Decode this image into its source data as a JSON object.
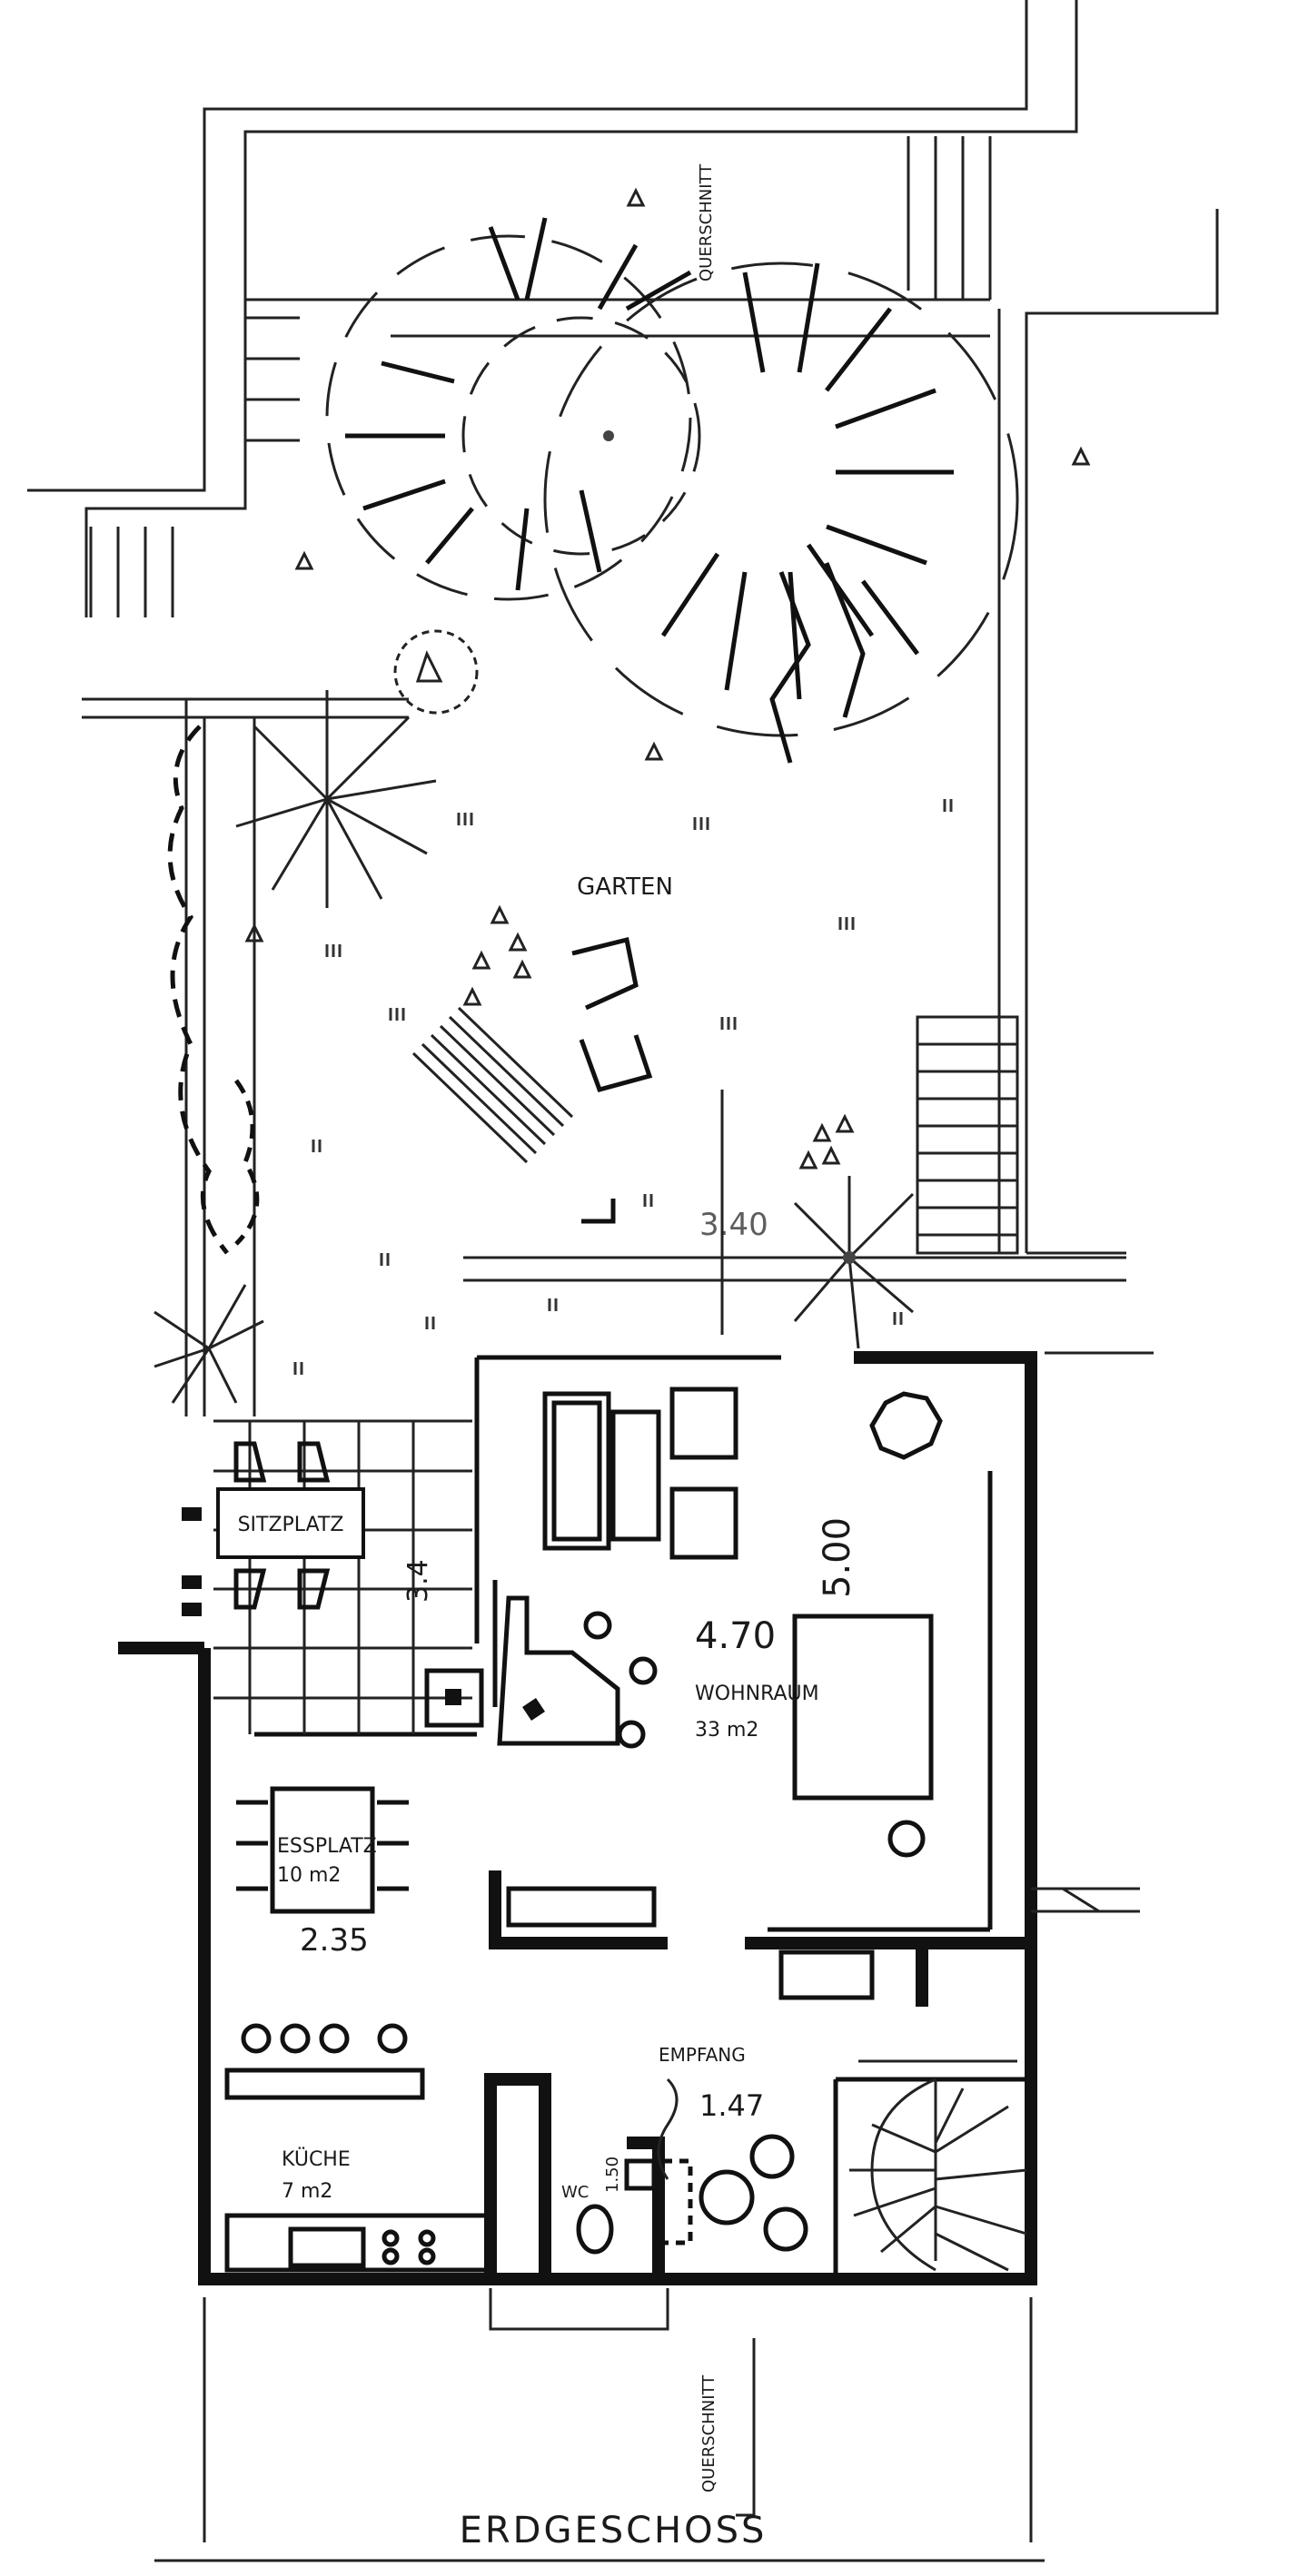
{
  "labels": {
    "garten": "GARTEN",
    "sitzplatz": "SITZPLATZ",
    "wohnraum": "WOHNRAUM",
    "wohnraum_area": "33 m2",
    "wohnraum_width": "4.70",
    "wohnraum_length": "5.00",
    "sitzplatz_dim": "3.4",
    "essplatz": "ESSPLATZ",
    "essplatz_area": "10 m2",
    "essplatz_width": "2.35",
    "kueche": "KÜCHE",
    "kueche_area": "7 m2",
    "empfang": "EMPFANG",
    "empfang_width": "1.47",
    "wc": "WC",
    "wc_dim": "1.50",
    "querschnitt_top": "QUERSCHNITT",
    "querschnitt_bottom": "QUERSCHNITT",
    "garden_level": "3.40",
    "floor_title": "ERDGESCHOSS"
  }
}
